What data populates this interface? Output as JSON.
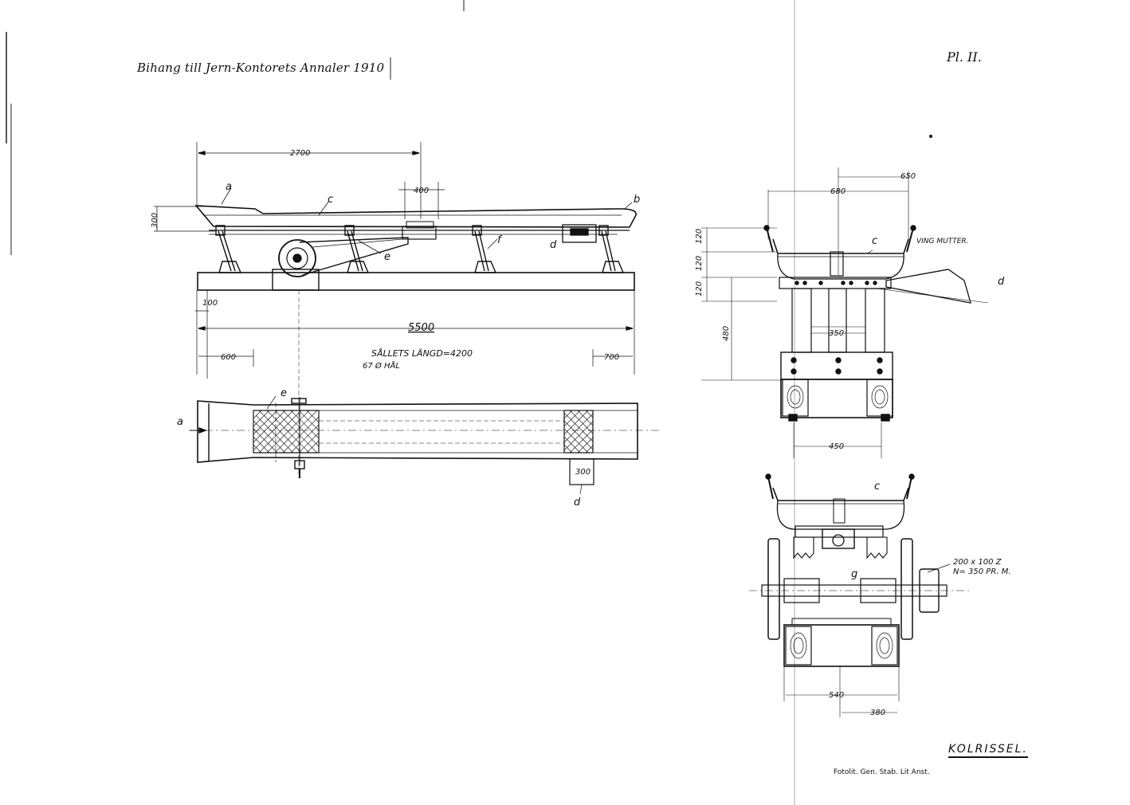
{
  "header": {
    "title": "Bihang till Jern-Kontorets Annaler 1910",
    "plate": "Pl. II."
  },
  "footer": {
    "drawing_title": "KOLRISSEL.",
    "credit": "Fotolit. Gen. Stab. Lit Anst."
  },
  "side_view": {
    "dims": {
      "d2700": "2700",
      "d400": "400",
      "d300": "300",
      "d100": "100",
      "d5500": "5500",
      "d600": "600",
      "d700": "700"
    },
    "note_length": "SÅLLETS LÄNGD=4200",
    "note_holes": "67 Ø HÅL",
    "letters": {
      "a": "a",
      "b": "b",
      "c": "c",
      "d": "d",
      "e": "e",
      "f": "f"
    }
  },
  "plan_view": {
    "dims": {
      "d300": "300"
    },
    "letters": {
      "a": "a",
      "e": "e",
      "d": "d"
    }
  },
  "end_view_top": {
    "dims": {
      "d650": "650",
      "d680": "680",
      "d120a": "120",
      "d120b": "120",
      "d120c": "120",
      "d480": "480",
      "d350": "350",
      "d450": "450"
    },
    "label_nut": "VING MUTTER.",
    "letters": {
      "c": "c",
      "d": "d"
    }
  },
  "end_view_bottom": {
    "dims": {
      "d540": "540",
      "d380": "380"
    },
    "pulley_note_1": "200 x 100 Z",
    "pulley_note_2": "N= 350 PR. M.",
    "letters": {
      "c": "c",
      "g": "g"
    }
  }
}
